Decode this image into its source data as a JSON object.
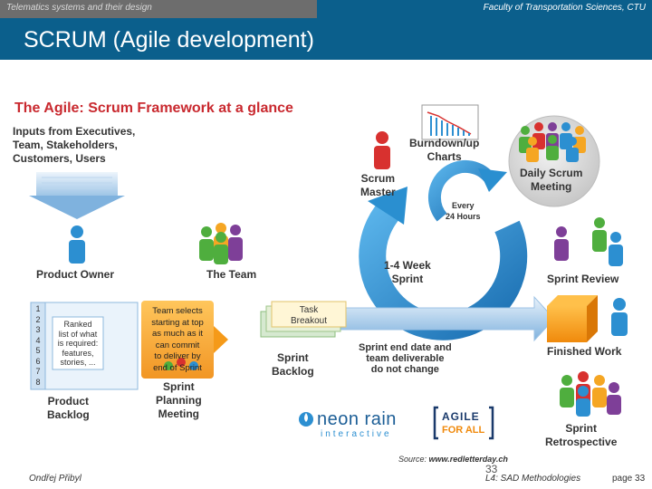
{
  "header": {
    "left_text": "Telematics systems and their design",
    "right_text": "Faculty of Transportation Sciences, CTU"
  },
  "slide": {
    "title": "SCRUM (Agile development)"
  },
  "diagram": {
    "title": "The Agile: Scrum Framework at a glance",
    "inputs_label": [
      "Inputs from Executives,",
      "Team, Stakeholders,",
      "Customers, Users"
    ],
    "product_owner": "Product Owner",
    "the_team": "The Team",
    "scrum_master": [
      "Scrum",
      "Master"
    ],
    "burndown": [
      "Burndown/up",
      "Charts"
    ],
    "daily_scrum": [
      "Daily Scrum",
      "Meeting"
    ],
    "every_24": [
      "Every",
      "24 Hours"
    ],
    "sprint_cycle": [
      "1-4 Week",
      "Sprint"
    ],
    "sprint_review": "Sprint Review",
    "finished_work": "Finished Work",
    "sprint_retrospective": [
      "Sprint",
      "Retrospective"
    ],
    "product_backlog": [
      "Product",
      "Backlog"
    ],
    "backlog_numbers": [
      "1",
      "2",
      "3",
      "4",
      "5",
      "6",
      "7",
      "8"
    ],
    "ranked_list": [
      "Ranked",
      "list of what",
      "is required:",
      "features,",
      "stories, ..."
    ],
    "team_selects": [
      "Team selects",
      "starting at top",
      "as much as it",
      "can commit",
      "to deliver by",
      "end of Sprint"
    ],
    "sprint_planning": [
      "Sprint",
      "Planning",
      "Meeting"
    ],
    "task_breakout": [
      "Task",
      "Breakout"
    ],
    "sprint_backlog": [
      "Sprint",
      "Backlog"
    ],
    "sprint_end": [
      "Sprint end date and",
      "team deliverable",
      "do not change"
    ],
    "neon_rain": "neon rain",
    "interactive": "interactive",
    "agile_for_all_1": "AGILE",
    "agile_for_all_2": "FOR ALL",
    "source_prefix": "Source: ",
    "source_url": "www.redletterday.ch"
  },
  "footer": {
    "author": "Ondřej Přibyl",
    "slide_number": "33",
    "lecture": "L4: SAD Methodologies",
    "page": "page 33"
  },
  "colors": {
    "header_blue": "#0b5f8c",
    "header_gray": "#6d6d6d",
    "title_red": "#c9292f",
    "arrow_blue": "#2a8fd0",
    "orange": "#f7a11f",
    "person_red": "#d8312f",
    "person_green": "#4fae3e",
    "person_purple": "#7e3f98",
    "person_blue": "#2c8fd1",
    "person_orange": "#f5a623"
  }
}
